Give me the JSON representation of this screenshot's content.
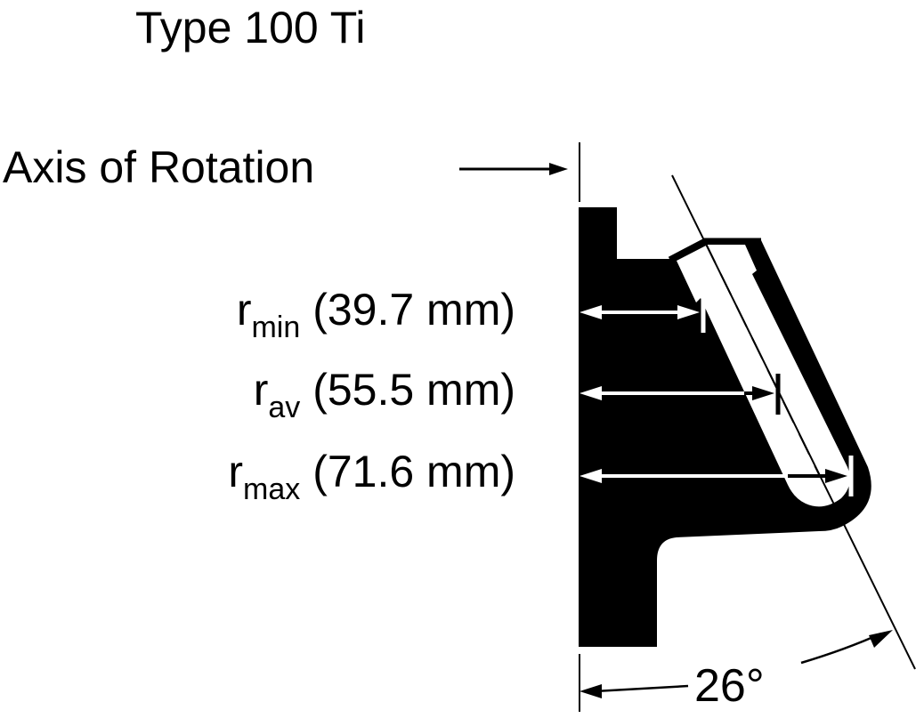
{
  "title": "Type 100 Ti",
  "axis": {
    "label": "Axis of Rotation"
  },
  "radii": [
    {
      "symbol": "r",
      "subscript": "min",
      "value": "(39.7 mm)"
    },
    {
      "symbol": "r",
      "subscript": "av",
      "value": "(55.5 mm)"
    },
    {
      "symbol": "r",
      "subscript": "max",
      "value": "(71.6 mm)"
    }
  ],
  "angle": {
    "label": "26°"
  },
  "colors": {
    "foreground": "#000000",
    "background": "#ffffff"
  }
}
